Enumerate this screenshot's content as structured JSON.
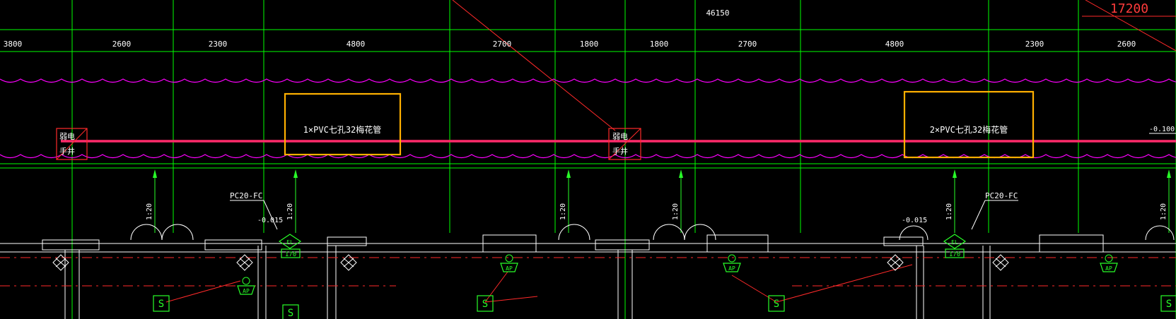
{
  "colors": {
    "background": "#000000",
    "grid": "#00ff00",
    "magenta": "#ff00ff",
    "red": "#ff2a2a",
    "pipe": "#ff2a6a",
    "highlight": "#ffb000",
    "white": "#ffffff"
  },
  "dimensions": {
    "total": "46150",
    "segments": [
      "3800",
      "2600",
      "2300",
      "4800",
      "2700",
      "1800",
      "1800",
      "2700",
      "4800",
      "2300",
      "2600"
    ]
  },
  "top_right_value": "17200",
  "pipe_labels": [
    "1×PVC七孔32梅花管",
    "2×PVC七孔32梅花管"
  ],
  "wells": [
    {
      "top": "弱电",
      "bottom": "手井"
    },
    {
      "top": "弱电",
      "bottom": "手井"
    }
  ],
  "elevation_right": "-0.100",
  "conduit_labels": [
    "PC20-FC",
    "PC20-FC"
  ],
  "slope_labels": [
    "1:20",
    "1:20",
    "1:20",
    "1:20",
    "1:20",
    "1:20"
  ],
  "level_labels": [
    "-0.015",
    "-0.015"
  ],
  "el_markers": [
    {
      "top": "EL",
      "bottom": "170"
    },
    {
      "top": "EL",
      "bottom": "170"
    }
  ],
  "s_symbol": "S",
  "equipment_tag": "AP"
}
